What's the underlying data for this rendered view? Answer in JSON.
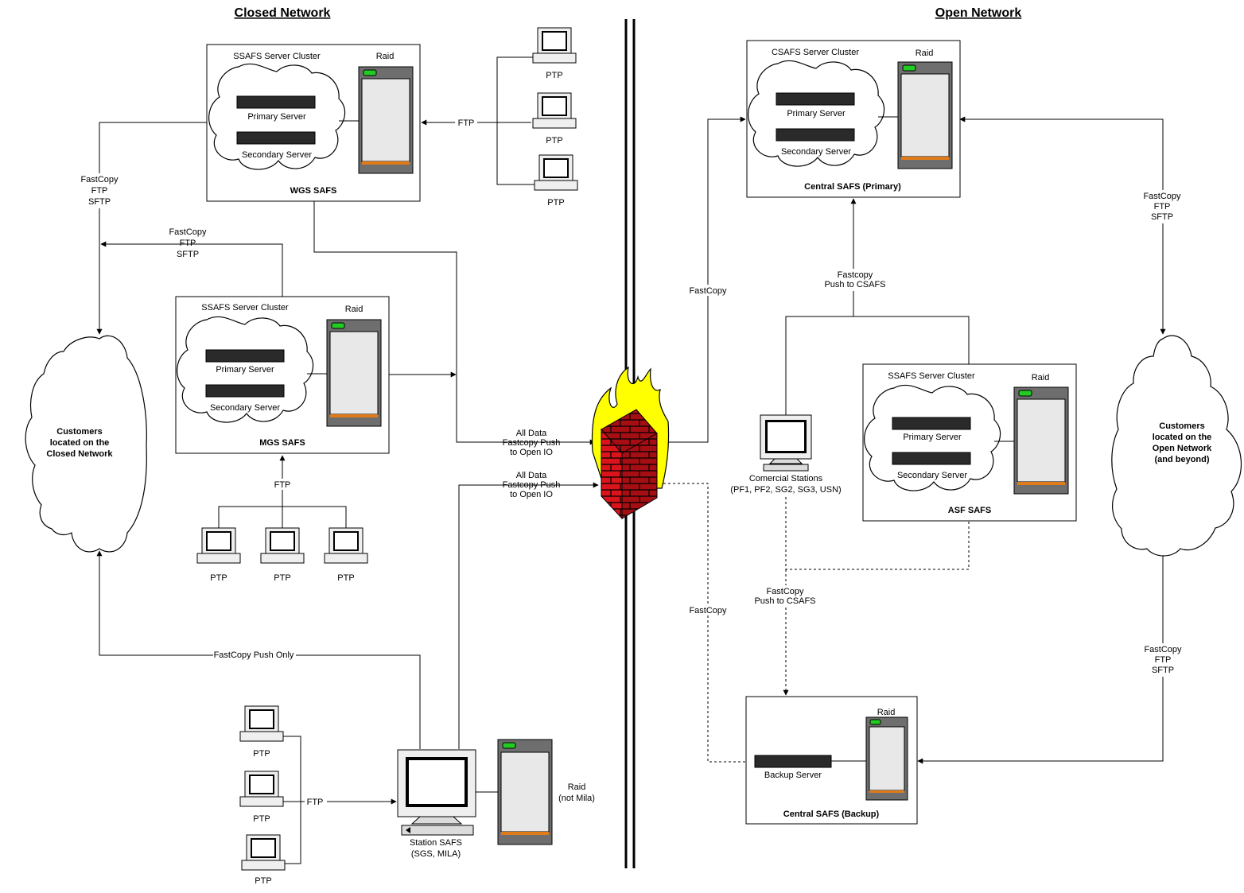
{
  "headers": {
    "closed": "Closed Network",
    "open": "Open Network"
  },
  "wgs": {
    "cluster_label": "SSAFS Server Cluster",
    "raid_label": "Raid",
    "primary": "Primary Server",
    "secondary": "Secondary Server",
    "title": "WGS SAFS"
  },
  "mgs": {
    "cluster_label": "SSAFS Server Cluster",
    "raid_label": "Raid",
    "primary": "Primary Server",
    "secondary": "Secondary Server",
    "title": "MGS SAFS"
  },
  "csafs_primary": {
    "cluster_label": "CSAFS Server Cluster",
    "raid_label": "Raid",
    "primary": "Primary Server",
    "secondary": "Secondary Server",
    "title": "Central SAFS (Primary)"
  },
  "asf": {
    "cluster_label": "SSAFS Server Cluster",
    "raid_label": "Raid",
    "primary": "Primary Server",
    "secondary": "Secondary Server",
    "title": "ASF SAFS"
  },
  "csafs_backup": {
    "raid_label": "Raid",
    "server": "Backup Server",
    "title": "Central SAFS (Backup)"
  },
  "station": {
    "name": "Station SAFS",
    "sub": "(SGS, MILA)",
    "raid_line1": "Raid",
    "raid_line2": "(not Mila)"
  },
  "commercial": {
    "name": "Comercial Stations",
    "sub": "(PF1, PF2, SG2, SG3, USN)"
  },
  "ptp_label": "PTP",
  "clouds": {
    "closed": [
      "Customers",
      "located on the",
      "Closed Network"
    ],
    "open": [
      "Customers",
      "located on the",
      "Open Network",
      "(and beyond)"
    ]
  },
  "labels": {
    "ftp": "FTP",
    "fastcopy": "FastCopy",
    "fastcopy_ftp_sftp": [
      "FastCopy",
      "FTP",
      "SFTP"
    ],
    "fastcopy_push_only": "FastCopy Push Only",
    "all_data_push": [
      "All Data",
      "Fastcopy Push",
      "to Open IO"
    ],
    "fastcopy_push_csafs_1": [
      "Fastcopy",
      "Push to CSAFS"
    ],
    "fastcopy_push_csafs_2": [
      "FastCopy",
      "Push to CSAFS"
    ]
  },
  "colors": {
    "brick": "#d9141b",
    "flame": "#ffff00",
    "server_body": "#2a2a2a",
    "raid_led": "#22cc22",
    "raid_stripe": "#e07b1a"
  }
}
